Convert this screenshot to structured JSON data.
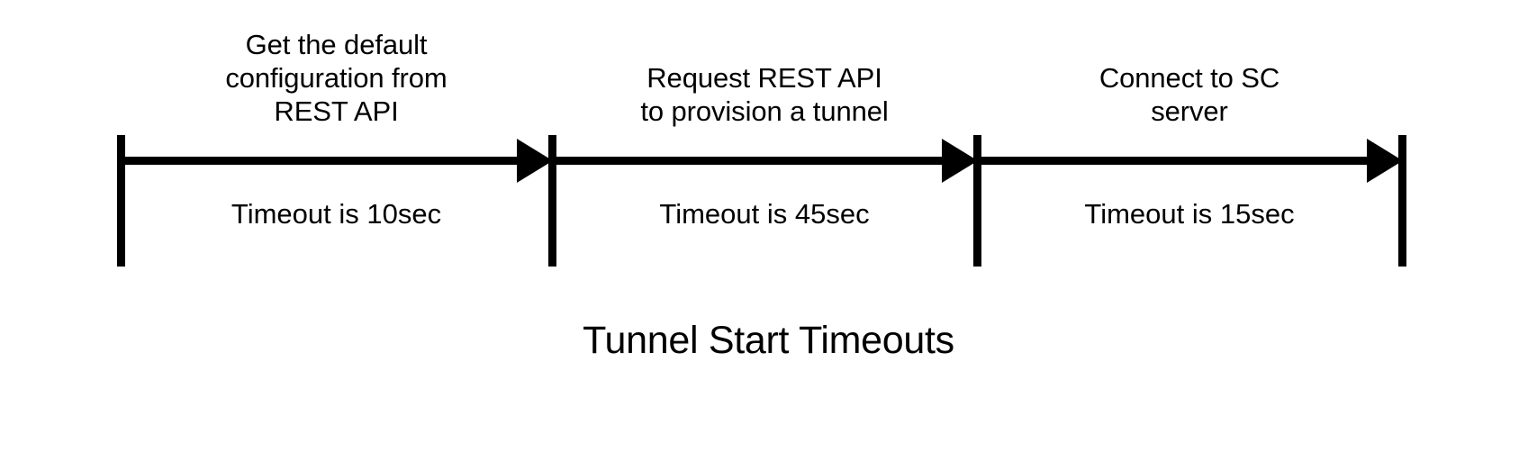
{
  "chart_data": {
    "type": "diagram",
    "diagram_kind": "timeline",
    "title": "Tunnel Start Timeouts",
    "unit": "sec",
    "axis": {
      "orientation": "horizontal",
      "direction": "left-to-right",
      "stroke_color": "#000000",
      "tick_count": 4
    },
    "segments": [
      {
        "index": 1,
        "step_label": "Get the default\nconfiguration from\nREST API",
        "timeout_label": "Timeout is 10sec",
        "timeout_seconds": 10
      },
      {
        "index": 2,
        "step_label": "Request REST API\nto provision a tunnel",
        "timeout_label": "Timeout is 45sec",
        "timeout_seconds": 45
      },
      {
        "index": 3,
        "step_label": "Connect to SC\nserver",
        "timeout_label": "Timeout is 15sec",
        "timeout_seconds": 15
      }
    ]
  },
  "colors": {
    "background": "#ffffff",
    "ink": "#000000"
  },
  "diagram": {
    "title": "Tunnel Start Timeouts",
    "segments": [
      {
        "step_label": "Get the default\nconfiguration from\nREST API",
        "timeout_label": "Timeout is 10sec"
      },
      {
        "step_label": "Request REST API\nto provision a tunnel",
        "timeout_label": "Timeout is 45sec"
      },
      {
        "step_label": "Connect to SC\nserver",
        "timeout_label": "Timeout is 15sec"
      }
    ]
  }
}
